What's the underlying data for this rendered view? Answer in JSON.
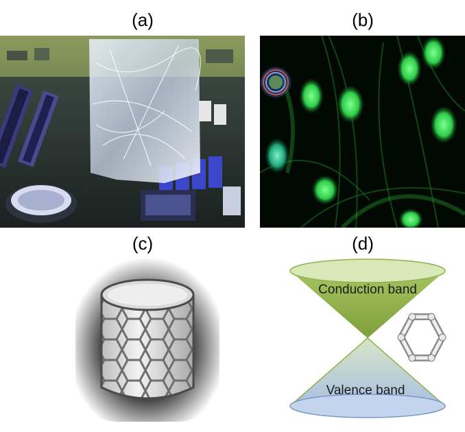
{
  "panels": [
    {
      "label": "(a)"
    },
    {
      "label": "(b)"
    },
    {
      "label": "(c)"
    },
    {
      "label": "(d)"
    }
  ],
  "band_diagram": {
    "upper_label": "Conduction band",
    "lower_label": "Valence band",
    "upper_color": "#8fb24a",
    "lower_color": "#b8c9e6"
  },
  "icons": [
    "circuit-board-photo",
    "fluorescent-cells-photo",
    "nanotube-cylinder-icon",
    "hexagon-ring-icon"
  ]
}
